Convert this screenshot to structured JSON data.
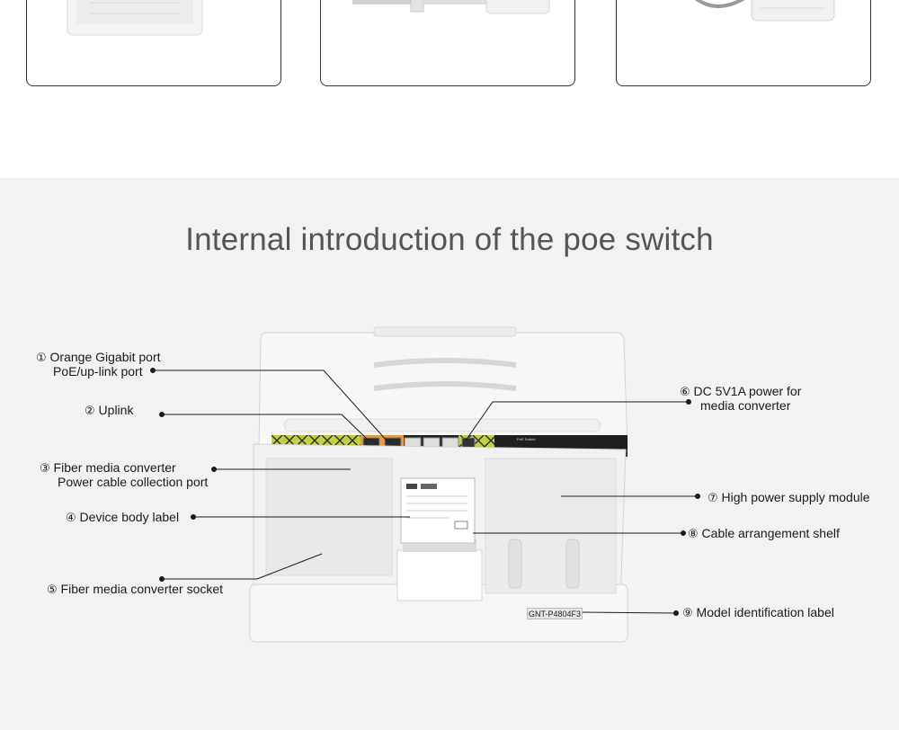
{
  "title": "Internal introduction of the poe switch",
  "model_tag": "GNT-P4804F3",
  "labels": [
    {
      "id": "1",
      "num": "①",
      "line1": "Orange Gigabit port",
      "line2": "PoE/up-link port"
    },
    {
      "id": "2",
      "num": "②",
      "line1": "Uplink",
      "line2": ""
    },
    {
      "id": "3",
      "num": "③",
      "line1": "Fiber media converter",
      "line2": "Power cable collection port"
    },
    {
      "id": "4",
      "num": "④",
      "line1": "Device body label",
      "line2": ""
    },
    {
      "id": "5",
      "num": "⑤",
      "line1": "Fiber media converter socket",
      "line2": ""
    },
    {
      "id": "6",
      "num": "⑥",
      "line1": "DC 5V1A power for",
      "line2": "media converter"
    },
    {
      "id": "7",
      "num": "⑦",
      "line1": "High power supply module",
      "line2": ""
    },
    {
      "id": "8",
      "num": "⑧",
      "line1": "Cable arrangement shelf",
      "line2": ""
    },
    {
      "id": "9",
      "num": "⑨",
      "line1": "Model identification label",
      "line2": ""
    }
  ],
  "colors": {
    "section_bg": "#f2f2f2",
    "accent_green": "#b9c83a",
    "port_orange": "#e99a3c",
    "text": "#1a1a1a",
    "title": "#555555"
  }
}
